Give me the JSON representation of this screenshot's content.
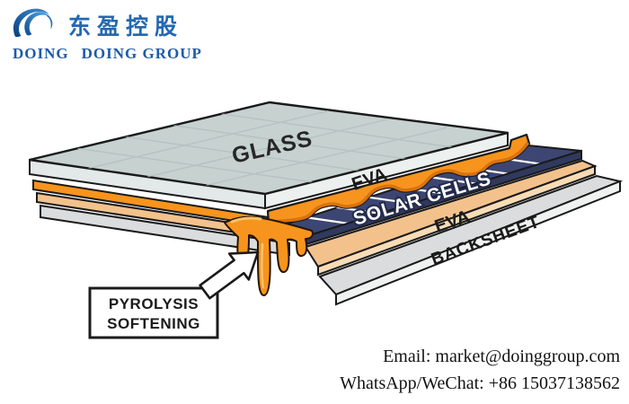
{
  "logo": {
    "cn": "东盈控股",
    "doing": "DOING",
    "group": "DOING GROUP"
  },
  "diagram": {
    "labels": {
      "glass": "GLASS",
      "eva_top": "EVA",
      "solar_cells": "SOLAR CELLS",
      "eva_bottom": "EVA",
      "backsheet": "BACKSHEET"
    },
    "callout": {
      "line1": "PYROLYSIS",
      "line2": "SOFTENING"
    }
  },
  "contact": {
    "email": "Email: market@doinggroup.com",
    "whatsapp": "WhatsApp/WeChat: +86 15037138562"
  },
  "colors": {
    "glass_top": "#c6d1d0",
    "glass_side": "#e2e9e8",
    "glass_front": "#ecf1f0",
    "eva_orange": "#f7941d",
    "eva_orange_dark": "#d9720e",
    "cells_navy": "#3d4672",
    "cells_navy_dark": "#30395e",
    "eva_tan": "#f3c28c",
    "eva_tan_light": "#f8dcb6",
    "backsheet": "#dbdcdd",
    "backsheet_light": "#f0f1f1",
    "outline": "#1a1a1a",
    "logo_blue": "#2368b2",
    "highlight": "#ffc36b"
  }
}
